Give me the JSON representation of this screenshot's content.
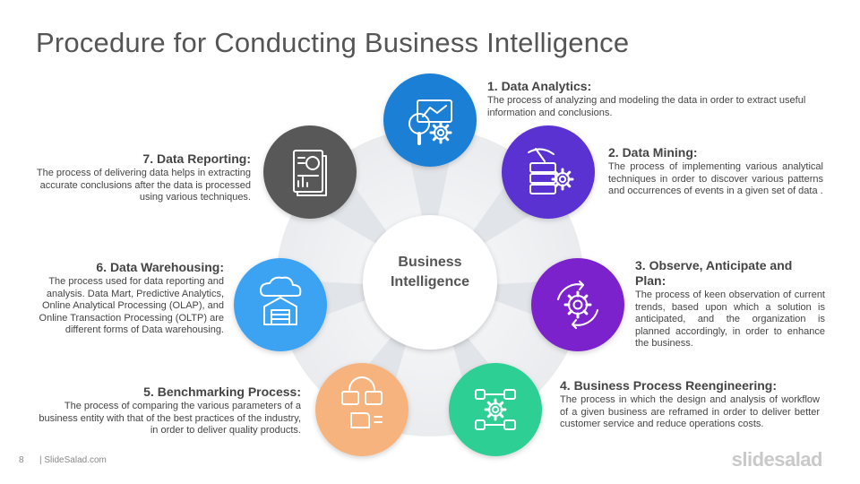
{
  "title": "Procedure for Conducting Business Intelligence",
  "center": {
    "line1": "Business",
    "line2": "Intelligence"
  },
  "colors": {
    "analytics": "#1a7fd6",
    "mining": "#5a33d2",
    "observe": "#7b22cc",
    "reengineering": "#2fcf95",
    "benchmarking": "#f7b37d",
    "warehousing": "#3aa3f2",
    "reporting": "#585858"
  },
  "steps": [
    {
      "id": "analytics",
      "title": "1. Data Analytics:",
      "desc": "The process of analyzing and modeling the data in order to extract useful information and conclusions.",
      "icon": "analytics-magnifier-gear-icon"
    },
    {
      "id": "mining",
      "title": "2. Data Mining:",
      "desc": "The process of implementing various analytical techniques in order to discover various patterns and occurrences of events in a given set of data .",
      "icon": "server-pickaxe-gear-icon"
    },
    {
      "id": "observe",
      "title": "3. Observe, Anticipate and Plan:",
      "desc": "The process of keen observation of current trends, based upon which a solution is anticipated, and the organization is planned accordingly, in order to enhance the business.",
      "icon": "cycle-gear-icon"
    },
    {
      "id": "reengineering",
      "title": "4. Business Process Reengineering:",
      "desc": "The process in which the design and analysis of workflow of a given business are reframed in order to deliver better customer service and reduce operations costs.",
      "icon": "workflow-icon"
    },
    {
      "id": "benchmarking",
      "title": "5. Benchmarking Process:",
      "desc": "The process of comparing the various parameters of a business entity with that of the best practices of the industry, in order to deliver quality products.",
      "icon": "comparison-hand-icon"
    },
    {
      "id": "warehousing",
      "title": "6. Data Warehousing:",
      "desc": "The process used for data reporting and analysis. Data Mart, Predictive Analytics, Online Analytical Processing (OLAP), and Online Transaction Processing (OLTP) are different forms of Data warehousing.",
      "icon": "cloud-warehouse-icon"
    },
    {
      "id": "reporting",
      "title": "7. Data Reporting:",
      "desc": "The process of delivering data helps in extracting accurate conclusions after the data is processed using various techniques.",
      "icon": "report-document-icon"
    }
  ],
  "footer": {
    "page": "8",
    "site": "| SlideSalad.com",
    "brand": "slidesalad"
  }
}
